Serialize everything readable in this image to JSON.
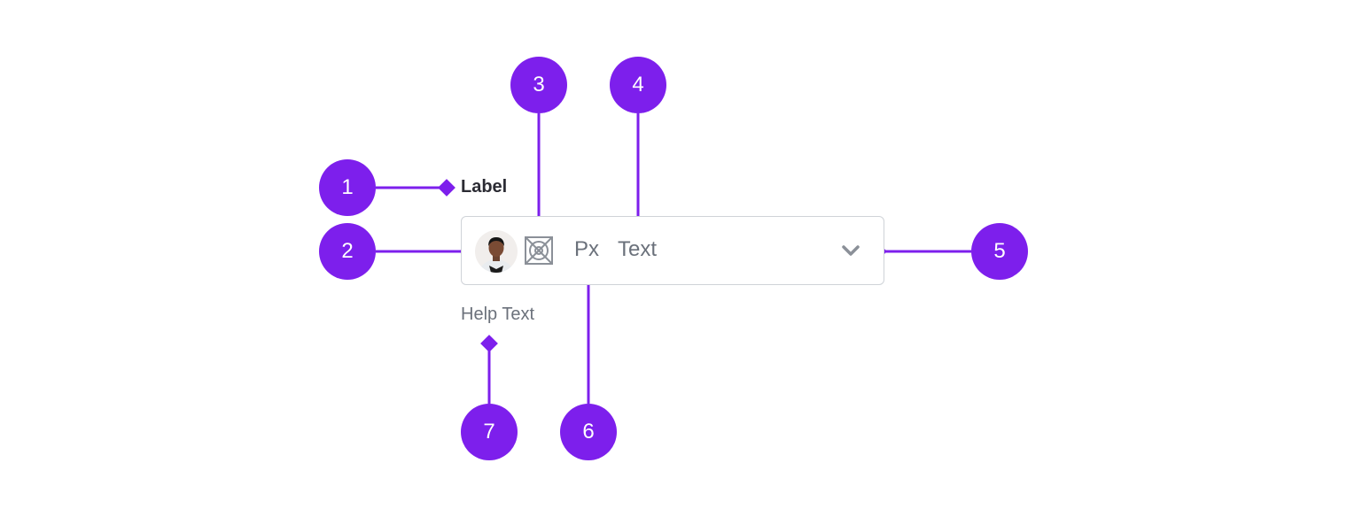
{
  "field": {
    "label": "Label",
    "prefix": "Px",
    "value": "Text",
    "help_text": "Help Text"
  },
  "callouts": [
    {
      "number": "1"
    },
    {
      "number": "2"
    },
    {
      "number": "3"
    },
    {
      "number": "4"
    },
    {
      "number": "5"
    },
    {
      "number": "6"
    },
    {
      "number": "7"
    }
  ],
  "colors": {
    "accent": "#7d1fec",
    "border": "#cfd3d8",
    "muted_text": "#6b717b",
    "label_text": "#2b2b33"
  },
  "icons": {
    "avatar": "avatar",
    "placeholder": "image-placeholder-icon",
    "chevron": "chevron-down-icon"
  }
}
